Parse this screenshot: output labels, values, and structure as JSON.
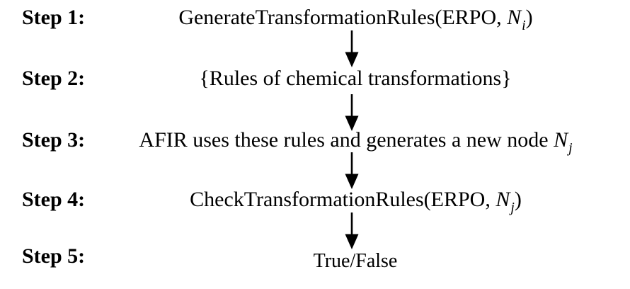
{
  "diagram": {
    "type": "flow-steps",
    "colors": {
      "text": "#000000",
      "background": "#ffffff"
    },
    "arrow_icon": "down-arrow",
    "arrow_count": 4,
    "steps": [
      {
        "label": "Step 1:",
        "pre": "GenerateTransformationRules(ERPO, ",
        "var": "N",
        "sub": "i",
        "post": ")"
      },
      {
        "label": "Step 2:",
        "pre": "{Rules of chemical transformations}",
        "var": "",
        "sub": "",
        "post": ""
      },
      {
        "label": "Step 3:",
        "pre": "AFIR uses these rules and generates a new node ",
        "var": "N",
        "sub": "j",
        "post": ""
      },
      {
        "label": "Step 4:",
        "pre": "CheckTransformationRules(ERPO, ",
        "var": "N",
        "sub": "j",
        "post": ")"
      },
      {
        "label": "Step 5:",
        "pre": "True/False",
        "var": "",
        "sub": "",
        "post": ""
      }
    ]
  }
}
